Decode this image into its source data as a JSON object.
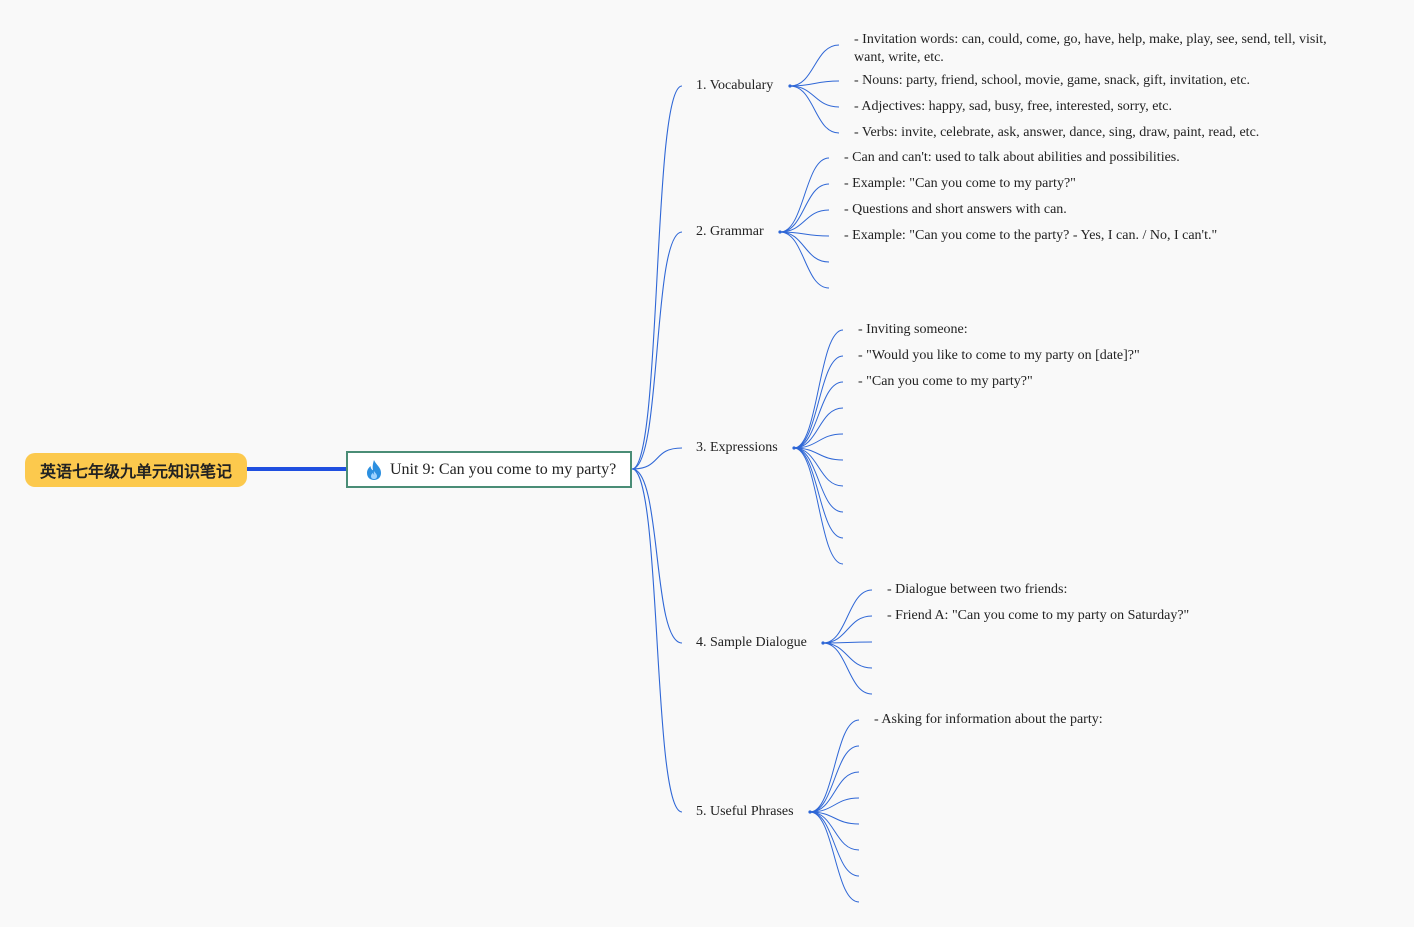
{
  "root": {
    "label": "英语七年级九单元知识笔记"
  },
  "topic": {
    "label": "Unit 9: Can you come to my party?",
    "icon": "flame-icon"
  },
  "colors": {
    "edge": "#2f67d6",
    "root_link": "#1f4fe0",
    "root_bg": "#fcc94d",
    "topic_border": "#4a8d76"
  },
  "branches": [
    {
      "label": "1. Vocabulary",
      "leaves": [
        "- Invitation words: can, could, come, go, have, help, make, play, see, send, tell, visit, want, write, etc.",
        "- Nouns: party, friend, school, movie, game, snack, gift, invitation, etc.",
        "- Adjectives: happy, sad, busy, free, interested, sorry, etc.",
        "- Verbs: invite, celebrate, ask, answer, dance, sing, draw, paint, read, etc."
      ]
    },
    {
      "label": "2. Grammar",
      "leaves": [
        "- Can and can't: used to talk about abilities and possibilities.",
        "- Example: \"Can you come to my party?\"",
        "- Questions and short answers with can.",
        "- Example: \"Can you come to the party? - Yes, I can. / No, I can't.\"",
        "",
        ""
      ]
    },
    {
      "label": "3. Expressions",
      "leaves": [
        "- Inviting someone:",
        "- \"Would you like to come to my party on [date]?\"",
        "- \"Can you come to my party?\"",
        "",
        "",
        "",
        "",
        "",
        "",
        ""
      ]
    },
    {
      "label": "4. Sample Dialogue",
      "leaves": [
        "- Dialogue between two friends:",
        "- Friend A: \"Can you come to my party on Saturday?\"",
        "",
        "",
        ""
      ]
    },
    {
      "label": "5. Useful Phrases",
      "leaves": [
        "- Asking for information about the party:",
        "",
        "",
        "",
        "",
        "",
        "",
        ""
      ]
    }
  ]
}
